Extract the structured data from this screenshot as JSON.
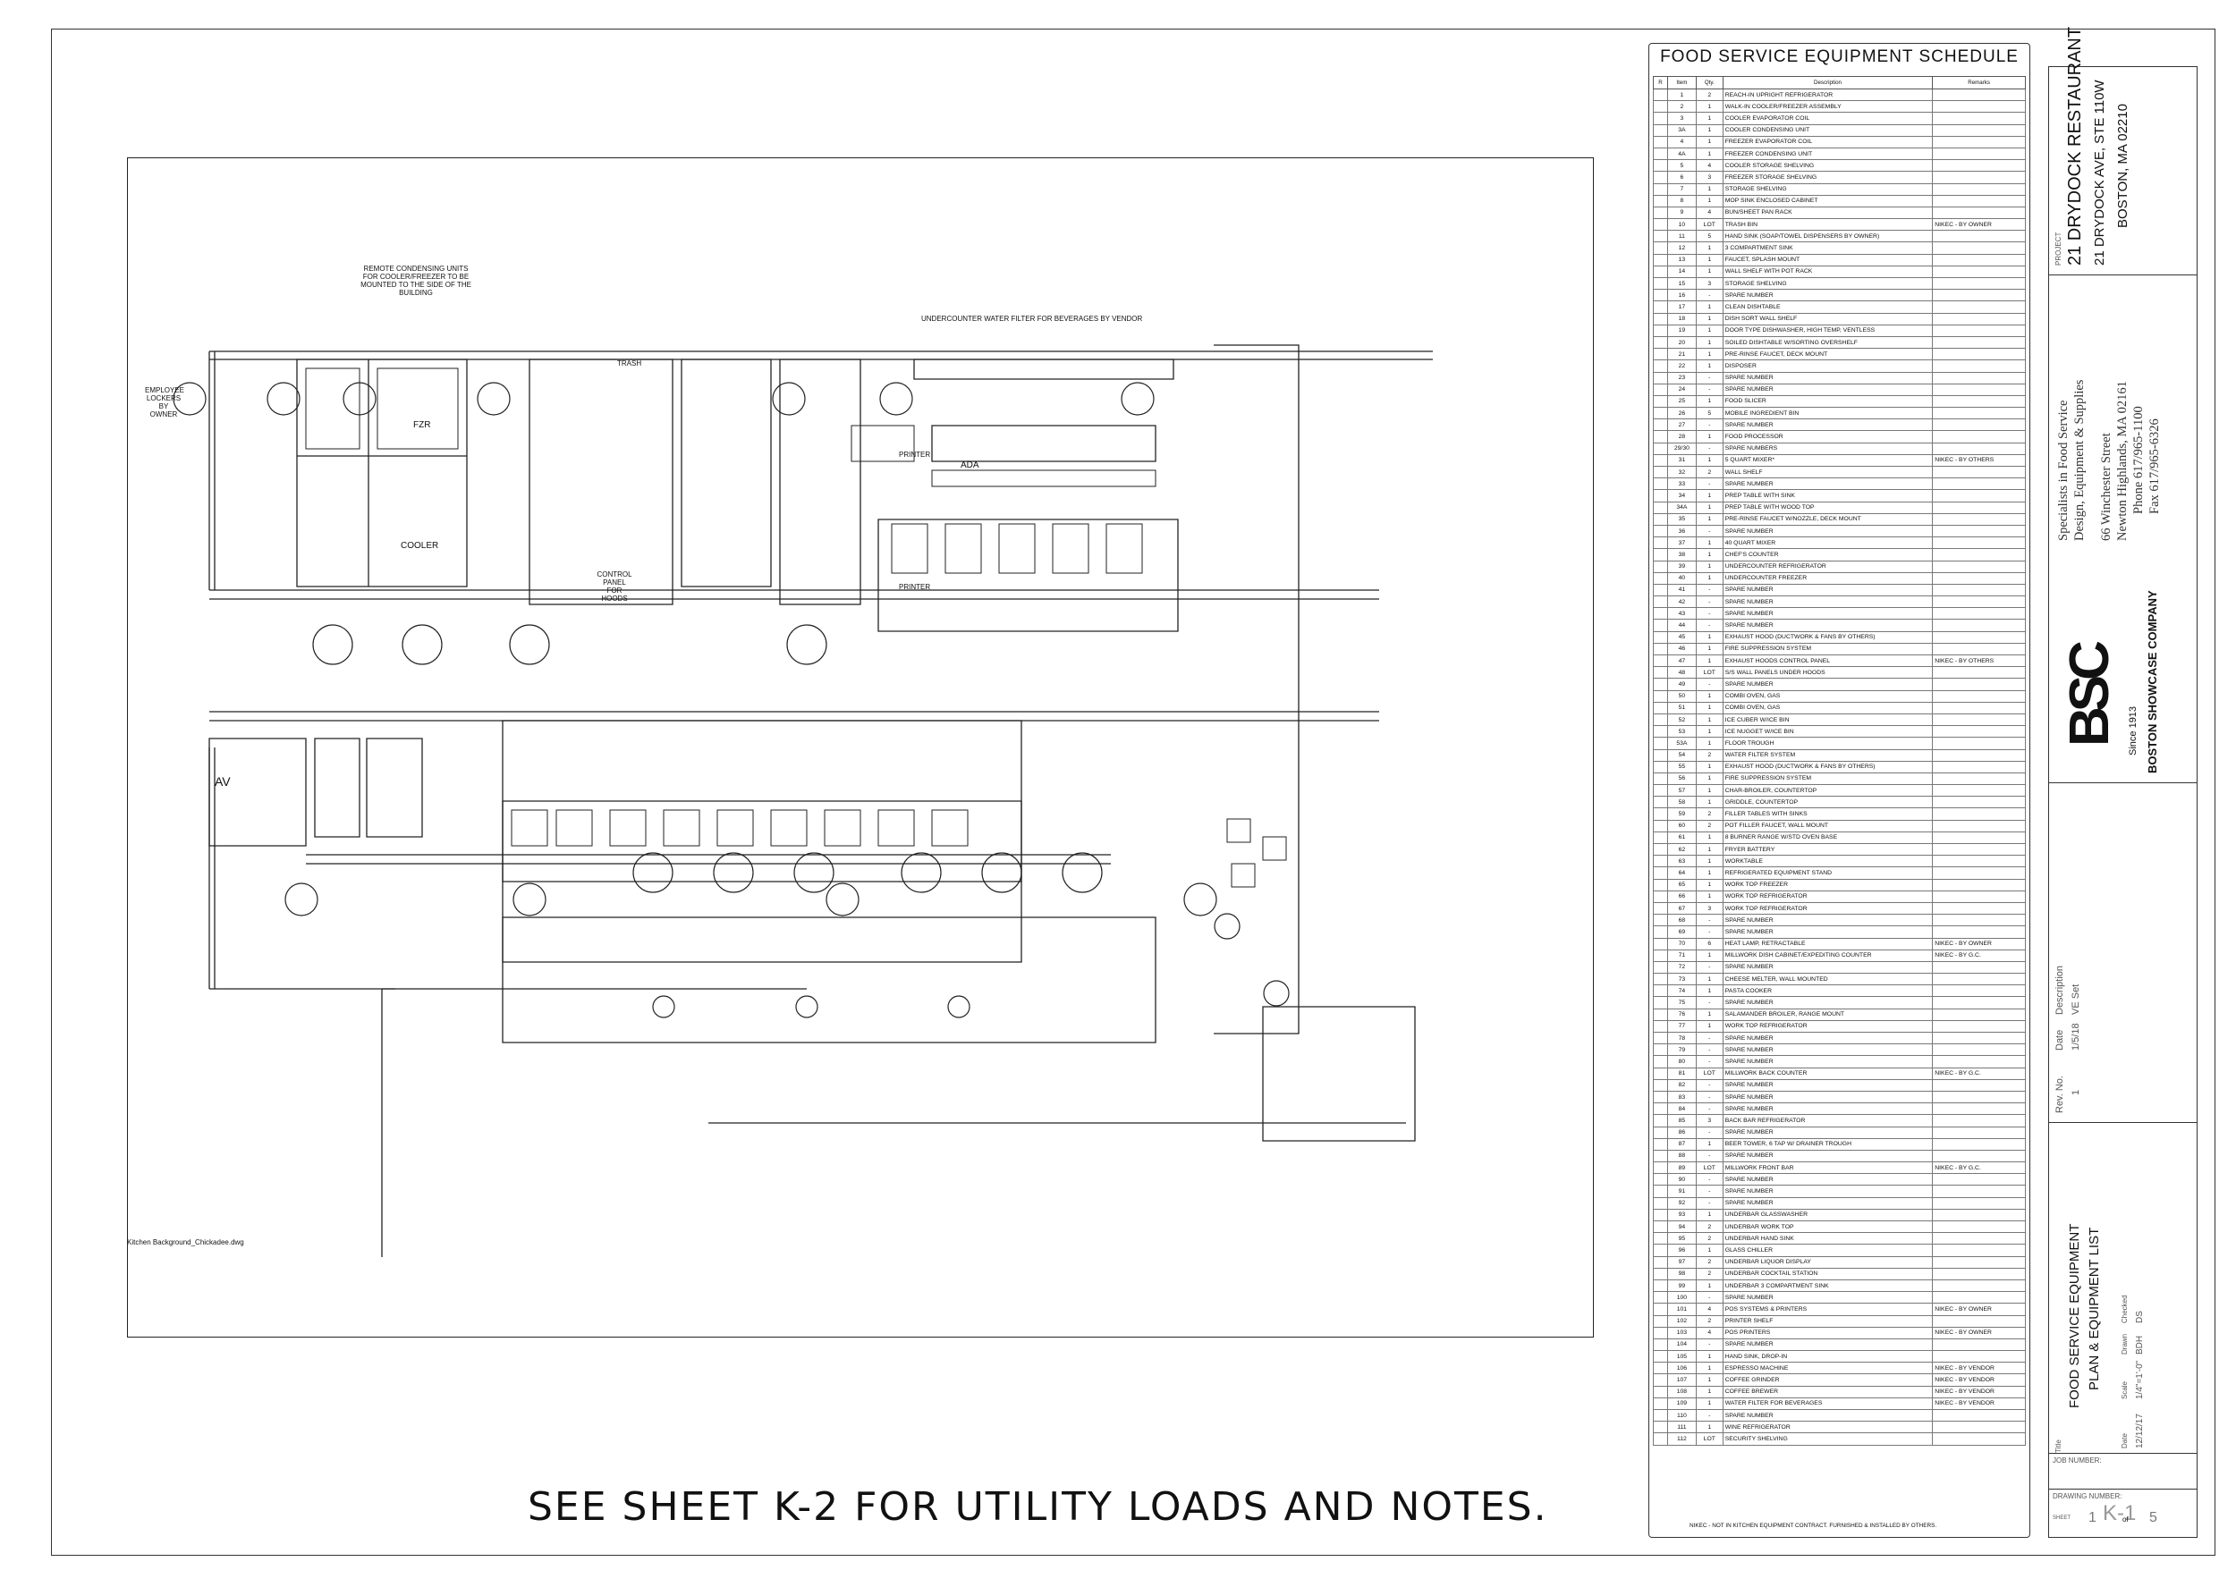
{
  "drawing": {
    "see_sheet_note": "SEE SHEET K-2 FOR UTILITY LOADS AND NOTES.",
    "background_file": "Kitchen Background_Chickadee.dwg",
    "plan_notes": {
      "remote_units": "REMOTE CONDENSING UNITS FOR COOLER/FREEZER TO BE MOUNTED TO THE SIDE OF THE BUILDING",
      "water_filter": "UNDERCOUNTER WATER FILTER FOR BEVERAGES BY VENDOR",
      "lockers": "EMPLOYEE LOCKERS BY OWNER",
      "control_panel": "CONTROL PANEL FOR HOODS",
      "fzr": "FZR",
      "cooler": "COOLER",
      "ada": "ADA",
      "av": "AV",
      "printer": "PRINTER",
      "trash": "TRASH"
    }
  },
  "schedule": {
    "title": "FOOD SERVICE EQUIPMENT SCHEDULE",
    "headers": {
      "r": "R",
      "item": "Item",
      "qty": "Qty.",
      "description": "Description",
      "remarks": "Remarks"
    },
    "rows": [
      [
        "1",
        "2",
        "REACH-IN UPRIGHT REFRIGERATOR",
        ""
      ],
      [
        "2",
        "1",
        "WALK-IN COOLER/FREEZER ASSEMBLY",
        ""
      ],
      [
        "3",
        "1",
        "COOLER EVAPORATOR COIL",
        ""
      ],
      [
        "3A",
        "1",
        "COOLER CONDENSING UNIT",
        ""
      ],
      [
        "4",
        "1",
        "FREEZER EVAPORATOR COIL",
        ""
      ],
      [
        "4A",
        "1",
        "FREEZER CONDENSING UNIT",
        ""
      ],
      [
        "5",
        "4",
        "COOLER STORAGE SHELVING",
        ""
      ],
      [
        "6",
        "3",
        "FREEZER STORAGE SHELVING",
        ""
      ],
      [
        "7",
        "1",
        "STORAGE SHELVING",
        ""
      ],
      [
        "8",
        "1",
        "MOP SINK ENCLOSED CABINET",
        ""
      ],
      [
        "9",
        "4",
        "BUN/SHEET PAN RACK",
        ""
      ],
      [
        "10",
        "LOT",
        "TRASH BIN",
        "NIKEC - BY OWNER"
      ],
      [
        "11",
        "5",
        "HAND SINK (SOAP/TOWEL DISPENSERS BY OWNER)",
        ""
      ],
      [
        "12",
        "1",
        "3 COMPARTMENT SINK",
        ""
      ],
      [
        "13",
        "1",
        "FAUCET, SPLASH MOUNT",
        ""
      ],
      [
        "14",
        "1",
        "WALL SHELF WITH POT RACK",
        ""
      ],
      [
        "15",
        "3",
        "STORAGE SHELVING",
        ""
      ],
      [
        "16",
        "-",
        "SPARE NUMBER",
        ""
      ],
      [
        "17",
        "1",
        "CLEAN DISHTABLE",
        ""
      ],
      [
        "18",
        "1",
        "DISH SORT WALL SHELF",
        ""
      ],
      [
        "19",
        "1",
        "DOOR TYPE DISHWASHER, HIGH TEMP, VENTLESS",
        ""
      ],
      [
        "20",
        "1",
        "SOILED DISHTABLE W/SORTING OVERSHELF",
        ""
      ],
      [
        "21",
        "1",
        "PRE-RINSE FAUCET, DECK MOUNT",
        ""
      ],
      [
        "22",
        "1",
        "DISPOSER",
        ""
      ],
      [
        "23",
        "-",
        "SPARE NUMBER",
        ""
      ],
      [
        "24",
        "-",
        "SPARE NUMBER",
        ""
      ],
      [
        "25",
        "1",
        "FOOD SLICER",
        ""
      ],
      [
        "26",
        "5",
        "MOBILE INGREDIENT BIN",
        ""
      ],
      [
        "27",
        "-",
        "SPARE NUMBER",
        ""
      ],
      [
        "28",
        "1",
        "FOOD PROCESSOR",
        ""
      ],
      [
        "29/30",
        "-",
        "SPARE NUMBERS",
        ""
      ],
      [
        "31",
        "1",
        "5 QUART MIXER*",
        "NIKEC - BY OTHERS"
      ],
      [
        "32",
        "2",
        "WALL SHELF",
        ""
      ],
      [
        "33",
        "-",
        "SPARE NUMBER",
        ""
      ],
      [
        "34",
        "1",
        "PREP TABLE WITH SINK",
        ""
      ],
      [
        "34A",
        "1",
        "PREP TABLE WITH WOOD TOP",
        ""
      ],
      [
        "35",
        "1",
        "PRE-RINSE FAUCET W/NOZZLE, DECK MOUNT",
        ""
      ],
      [
        "36",
        "-",
        "SPARE NUMBER",
        ""
      ],
      [
        "37",
        "1",
        "40 QUART MIXER",
        ""
      ],
      [
        "38",
        "1",
        "CHEF'S COUNTER",
        ""
      ],
      [
        "39",
        "1",
        "UNDERCOUNTER REFRIGERATOR",
        ""
      ],
      [
        "40",
        "1",
        "UNDERCOUNTER FREEZER",
        ""
      ],
      [
        "41",
        "-",
        "SPARE NUMBER",
        ""
      ],
      [
        "42",
        "-",
        "SPARE NUMBER",
        ""
      ],
      [
        "43",
        "-",
        "SPARE NUMBER",
        ""
      ],
      [
        "44",
        "-",
        "SPARE NUMBER",
        ""
      ],
      [
        "45",
        "1",
        "EXHAUST HOOD (DUCTWORK & FANS BY OTHERS)",
        ""
      ],
      [
        "46",
        "1",
        "FIRE SUPPRESSION SYSTEM",
        ""
      ],
      [
        "47",
        "1",
        "EXHAUST HOODS CONTROL PANEL",
        "NIKEC - BY OTHERS"
      ],
      [
        "48",
        "LOT",
        "S/S WALL PANELS UNDER HOODS",
        ""
      ],
      [
        "49",
        "-",
        "SPARE NUMBER",
        ""
      ],
      [
        "50",
        "1",
        "COMBI OVEN, GAS",
        ""
      ],
      [
        "51",
        "1",
        "COMBI OVEN, GAS",
        ""
      ],
      [
        "52",
        "1",
        "ICE CUBER W/ICE BIN",
        ""
      ],
      [
        "53",
        "1",
        "ICE NUGGET W/ICE BIN",
        ""
      ],
      [
        "53A",
        "1",
        "FLOOR TROUGH",
        ""
      ],
      [
        "54",
        "2",
        "WATER FILTER SYSTEM",
        ""
      ],
      [
        "55",
        "1",
        "EXHAUST HOOD (DUCTWORK & FANS BY OTHERS)",
        ""
      ],
      [
        "56",
        "1",
        "FIRE SUPPRESSION SYSTEM",
        ""
      ],
      [
        "57",
        "1",
        "CHAR-BROILER, COUNTERTOP",
        ""
      ],
      [
        "58",
        "1",
        "GRIDDLE, COUNTERTOP",
        ""
      ],
      [
        "59",
        "2",
        "FILLER TABLES WITH SINKS",
        ""
      ],
      [
        "60",
        "2",
        "POT FILLER FAUCET, WALL MOUNT",
        ""
      ],
      [
        "61",
        "1",
        "8 BURNER RANGE W/STD OVEN BASE",
        ""
      ],
      [
        "62",
        "1",
        "FRYER BATTERY",
        ""
      ],
      [
        "63",
        "1",
        "WORKTABLE",
        ""
      ],
      [
        "64",
        "1",
        "REFRIGERATED EQUIPMENT STAND",
        ""
      ],
      [
        "65",
        "1",
        "WORK TOP FREEZER",
        ""
      ],
      [
        "66",
        "1",
        "WORK TOP REFRIGERATOR",
        ""
      ],
      [
        "67",
        "3",
        "WORK TOP REFRIGERATOR",
        ""
      ],
      [
        "68",
        "-",
        "SPARE NUMBER",
        ""
      ],
      [
        "69",
        "-",
        "SPARE NUMBER",
        ""
      ],
      [
        "70",
        "6",
        "HEAT LAMP, RETRACTABLE",
        "NIKEC - BY OWNER"
      ],
      [
        "71",
        "1",
        "MILLWORK DISH CABINET/EXPEDITING COUNTER",
        "NIKEC - BY G.C."
      ],
      [
        "72",
        "-",
        "SPARE NUMBER",
        ""
      ],
      [
        "73",
        "1",
        "CHEESE MELTER, WALL MOUNTED",
        ""
      ],
      [
        "74",
        "1",
        "PASTA COOKER",
        ""
      ],
      [
        "75",
        "-",
        "SPARE NUMBER",
        ""
      ],
      [
        "76",
        "1",
        "SALAMANDER BROILER, RANGE MOUNT",
        ""
      ],
      [
        "77",
        "1",
        "WORK TOP REFRIGERATOR",
        ""
      ],
      [
        "78",
        "-",
        "SPARE NUMBER",
        ""
      ],
      [
        "79",
        "-",
        "SPARE NUMBER",
        ""
      ],
      [
        "80",
        "-",
        "SPARE NUMBER",
        ""
      ],
      [
        "81",
        "LOT",
        "MILLWORK BACK COUNTER",
        "NIKEC - BY G.C."
      ],
      [
        "82",
        "-",
        "SPARE NUMBER",
        ""
      ],
      [
        "83",
        "-",
        "SPARE NUMBER",
        ""
      ],
      [
        "84",
        "-",
        "SPARE NUMBER",
        ""
      ],
      [
        "85",
        "3",
        "BACK BAR REFRIGERATOR",
        ""
      ],
      [
        "86",
        "-",
        "SPARE NUMBER",
        ""
      ],
      [
        "87",
        "1",
        "BEER TOWER, 6 TAP W/ DRAINER TROUGH",
        ""
      ],
      [
        "88",
        "-",
        "SPARE NUMBER",
        ""
      ],
      [
        "89",
        "LOT",
        "MILLWORK FRONT BAR",
        "NIKEC - BY G.C."
      ],
      [
        "90",
        "-",
        "SPARE NUMBER",
        ""
      ],
      [
        "91",
        "-",
        "SPARE NUMBER",
        ""
      ],
      [
        "92",
        "-",
        "SPARE NUMBER",
        ""
      ],
      [
        "93",
        "1",
        "UNDERBAR GLASSWASHER",
        ""
      ],
      [
        "94",
        "2",
        "UNDERBAR WORK TOP",
        ""
      ],
      [
        "95",
        "2",
        "UNDERBAR HAND SINK",
        ""
      ],
      [
        "96",
        "1",
        "GLASS CHILLER",
        ""
      ],
      [
        "97",
        "2",
        "UNDERBAR LIQUOR DISPLAY",
        ""
      ],
      [
        "98",
        "2",
        "UNDERBAR COCKTAIL STATION",
        ""
      ],
      [
        "99",
        "1",
        "UNDERBAR 3 COMPARTMENT SINK",
        ""
      ],
      [
        "100",
        "-",
        "SPARE NUMBER",
        ""
      ],
      [
        "101",
        "4",
        "POS SYSTEMS & PRINTERS",
        "NIKEC - BY OWNER"
      ],
      [
        "102",
        "2",
        "PRINTER SHELF",
        ""
      ],
      [
        "103",
        "4",
        "POS PRINTERS",
        "NIKEC - BY OWNER"
      ],
      [
        "104",
        "-",
        "SPARE NUMBER",
        ""
      ],
      [
        "105",
        "1",
        "HAND SINK, DROP-IN",
        ""
      ],
      [
        "106",
        "1",
        "ESPRESSO MACHINE",
        "NIKEC - BY VENDOR"
      ],
      [
        "107",
        "1",
        "COFFEE GRINDER",
        "NIKEC - BY VENDOR"
      ],
      [
        "108",
        "1",
        "COFFEE BREWER",
        "NIKEC - BY VENDOR"
      ],
      [
        "109",
        "1",
        "WATER FILTER FOR BEVERAGES",
        "NIKEC - BY VENDOR"
      ],
      [
        "110",
        "-",
        "SPARE NUMBER",
        ""
      ],
      [
        "111",
        "1",
        "WINE REFRIGERATOR",
        ""
      ],
      [
        "112",
        "LOT",
        "SECURITY SHELVING",
        ""
      ]
    ],
    "footnote": "NIKEC - NOT IN KITCHEN EQUIPMENT CONTRACT. FURNISHED & INSTALLED BY OTHERS."
  },
  "title_block": {
    "project_label": "PROJECT",
    "project_name": "21 DRYDOCK RESTAURANT",
    "address_1": "21 DRYDOCK AVE, STE 110W",
    "address_2": "BOSTON, MA 02210",
    "tagline_1": "Specialists in Food Service",
    "tagline_2": "Design, Equipment & Supplies",
    "company_street": "66 Winchester Street",
    "company_city": "Newton Highlands, MA 02161",
    "company_phone": "Phone 617/965-1100",
    "company_fax": "Fax 617/965-6326",
    "logo_letters": "BSC",
    "since": "Since 1913",
    "company_name": "BOSTON SHOWCASE COMPANY",
    "rev_headers": [
      "Rev. No.",
      "Date",
      "Description"
    ],
    "rev_row": [
      "1",
      "1/5/18",
      "VE Set"
    ],
    "title_label": "Title",
    "title_1": "FOOD SERVICE EQUIPMENT",
    "title_2": "PLAN & EQUIPMENT LIST",
    "meta_headers": [
      "Date",
      "Scale",
      "Drawn",
      "Checked"
    ],
    "meta_values": [
      "12/12/17",
      "1/4\"=1'-0\"",
      "BDH",
      "DS"
    ],
    "job_number_label": "JOB NUMBER:",
    "drawing_number_label": "DRAWING NUMBER:",
    "drawing_number": "K-1",
    "sheet_label": "SHEET",
    "sheet_no": "1",
    "sheet_of": "of",
    "sheet_total": "5"
  }
}
